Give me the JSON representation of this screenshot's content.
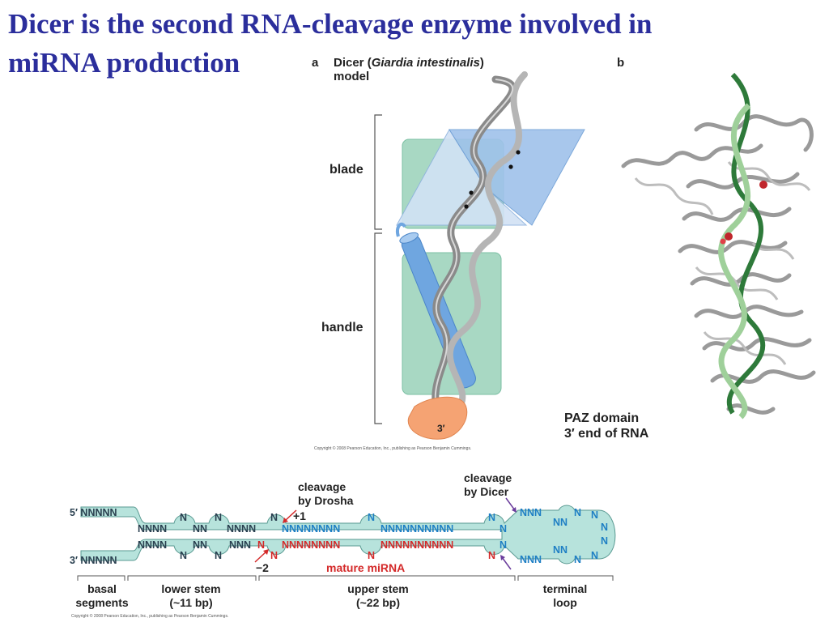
{
  "title": {
    "line1": "Dicer is the second RNA-cleavage enzyme involved in",
    "line2": "miRNA production"
  },
  "panel_a": {
    "letter": "a",
    "heading_line1_prefix": "Dicer (",
    "heading_line1_italic": "Giardia intestinalis",
    "heading_line1_suffix": ")",
    "heading_line2": "model",
    "blade_label": "blade",
    "handle_label": "handle",
    "three_prime": "3′",
    "copyright": "Copyright © 2008 Pearson Education, Inc., publishing as Pearson Benjamin Cummings."
  },
  "panel_b": {
    "letter": "b",
    "legend_line1": "PAZ domain",
    "legend_line2": "3′ end of RNA"
  },
  "hairpin": {
    "cleavage_drosha_line1": "cleavage",
    "cleavage_drosha_line2": "by Drosha",
    "cleavage_dicer_line1": "cleavage",
    "cleavage_dicer_line2": "by Dicer",
    "plus1": "+1",
    "minus2": "−2",
    "mature_label": "mature miRNA",
    "five_prime_end": "5′ NNNNN",
    "three_prime_end": "3′ NNNNN",
    "top_row_lower": "NNNN",
    "top_row_lower2": "NN",
    "top_row_lower3": "NNNN",
    "top_bulge1": "N",
    "top_bulge2": "N",
    "top_bulge3": "N",
    "top_up1": "NNNNNNNN",
    "top_up2": "NNNNNNNNNN",
    "top_bulge_up": "N",
    "top_bulge_dicer": "N",
    "top_N_drosha": "N",
    "top_N_dicer": "N",
    "bottom_row_lower": "NNNN",
    "bottom_row_lower2": "NN",
    "bottom_row_lower3": "NNN",
    "bottom_drosha_N": "N",
    "bottom_drosha_N2": "N",
    "bot_mat1": "NNNNNNNN",
    "bot_mat2": "NNNNNNNNNN",
    "bot_mat_bulge": "N",
    "bot_N_dicer": "N",
    "bot_bulge_lower1": "N",
    "bot_bulge_lower2": "N",
    "bot_bulge_lower3": "N",
    "loop_top": "NNN",
    "loop_top2": "NN",
    "loop_n1": "N",
    "loop_n2": "N",
    "loop_n3": "N",
    "loop_n4": "N",
    "loop_bot": "NNN",
    "loop_bot2": "NN",
    "loop_n5": "N",
    "loop_n6": "N",
    "loop_n7": "N",
    "seg_basal_1": "basal",
    "seg_basal_2": "segments",
    "seg_lower_1": "lower stem",
    "seg_lower_2": "(~11 bp)",
    "seg_upper_1": "upper stem",
    "seg_upper_2": "(~22 bp)",
    "seg_loop_1": "terminal",
    "seg_loop_2": "loop",
    "copyright": "Copyright © 2008 Pearson Education, Inc., publishing as Pearson Benjamin Cummings."
  },
  "colors": {
    "title": "#2b2e9c",
    "stem_fill": "#b7e3dc",
    "stem_stroke": "#5a9a92",
    "blue_text": "#1e7fc4",
    "red_text": "#d42a2a",
    "dark_text": "#2a4050",
    "purple_arrow": "#6a3c9c",
    "red_arrow": "#d42a2a",
    "blade_light": "#d2e2f5",
    "blade_dark": "#9fc2ea",
    "domain_green": "#a8d8c3",
    "rod_blue": "#6fa6e0",
    "paz_orange": "#f5a373",
    "ribbon_grey": "#9a9a9a",
    "helix_dark": "#2e7a3a",
    "helix_light": "#9fd09a"
  }
}
